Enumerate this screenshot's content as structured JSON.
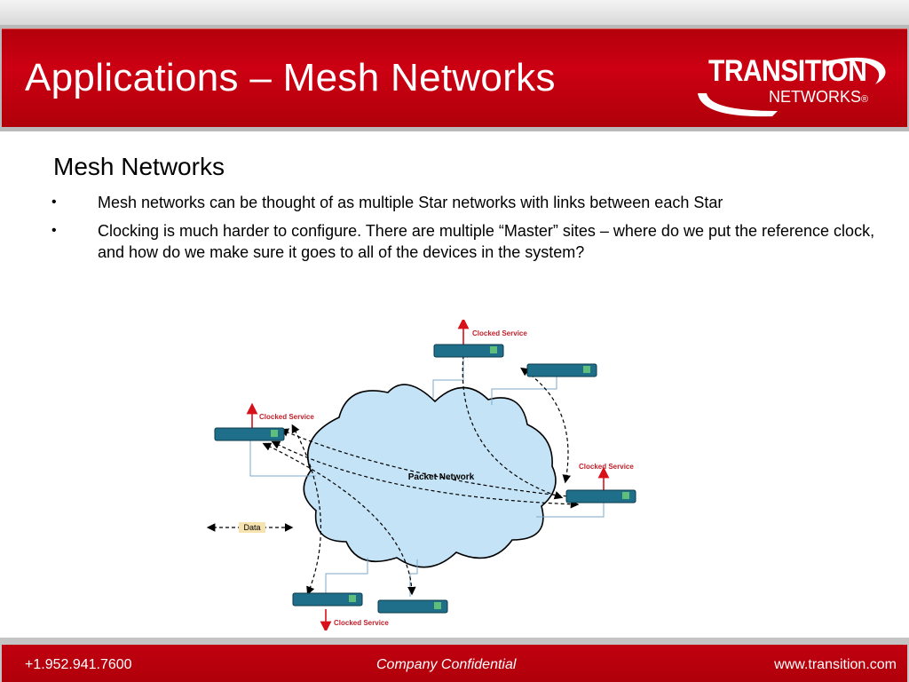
{
  "slide": {
    "title": "Applications – Mesh Networks",
    "subtitle": "Mesh Networks",
    "bullets": [
      "Mesh networks can be thought of as multiple Star networks with links between each Star",
      "Clocking is much harder to configure. There are multiple “Master” sites – where do we put the reference clock, and how do we make sure it goes to all of the devices in the system?"
    ],
    "bullet_glyph": "•"
  },
  "logo": {
    "line1": "TRANSITION",
    "line2": "NETWORKS",
    "mark": "®"
  },
  "diagram": {
    "cloud_label": "Packet Network",
    "service_label": "Clocked Service",
    "data_label": "Data",
    "colors": {
      "cloud_fill": "#c5e3f6",
      "device_body": "#1f6e8a",
      "service_text": "#c0202a",
      "arrow": "#d8101a",
      "link": "#7aa8c9",
      "data_bg": "#f7e3b0"
    }
  },
  "footer": {
    "phone": "+1.952.941.7600",
    "confidential": "Company Confidential",
    "website": "www.transition.com"
  },
  "colors": {
    "header_red": "#cc0012",
    "footer_red": "#b8000c"
  }
}
